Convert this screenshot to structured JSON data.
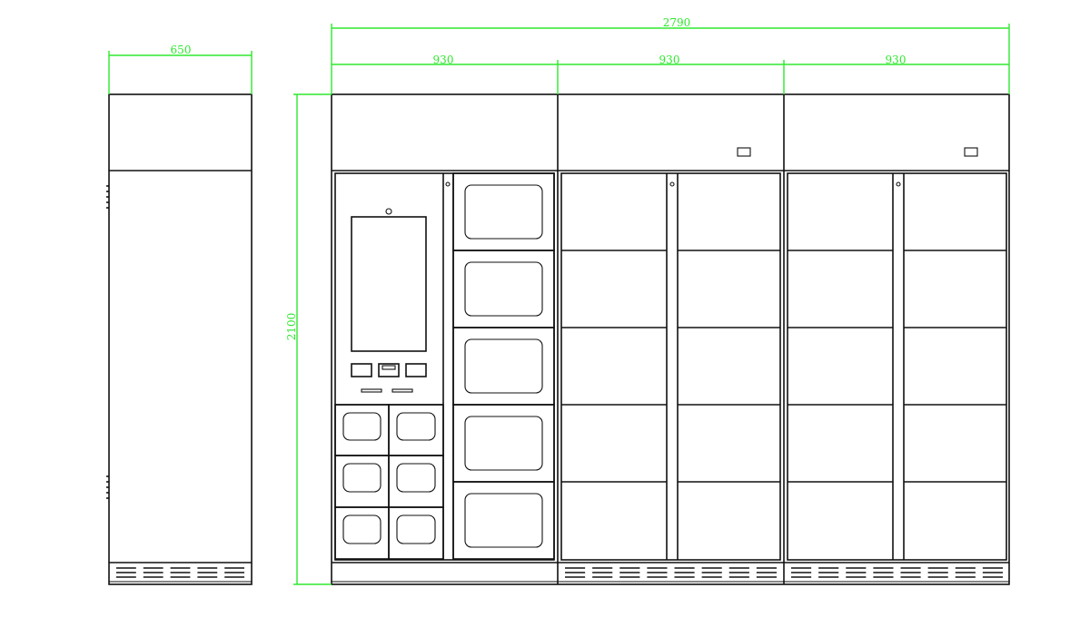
{
  "colors": {
    "line": "#111111",
    "dimension": "#2ee82e"
  },
  "dimensions": {
    "side_width": "650",
    "total_width": "2790",
    "module_widths": [
      "930",
      "930",
      "930"
    ],
    "height": "2100"
  }
}
